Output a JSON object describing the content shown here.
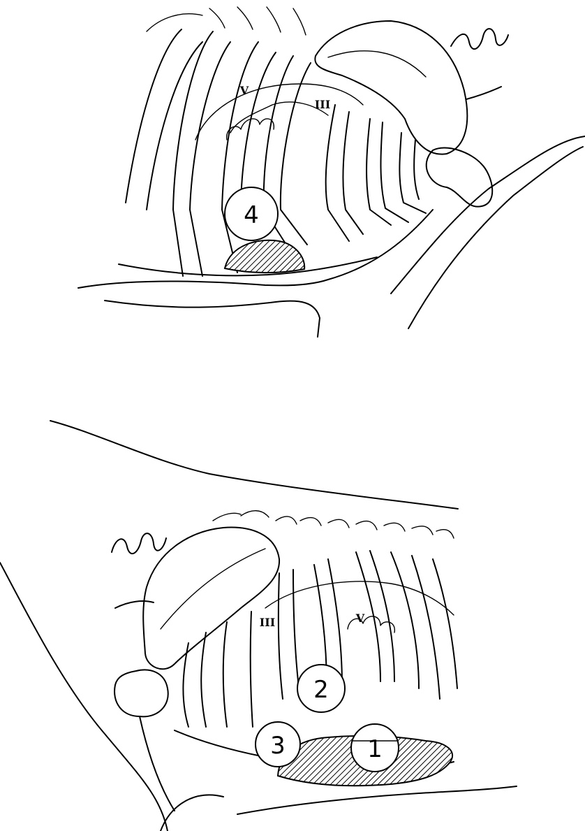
{
  "diagrams": [
    {
      "markers": [
        {
          "label": "4"
        }
      ],
      "rib_labels": [
        {
          "text": "V"
        },
        {
          "text": "III"
        }
      ]
    },
    {
      "markers": [
        {
          "label": "2"
        },
        {
          "label": "3"
        },
        {
          "label": "1"
        }
      ],
      "rib_labels": [
        {
          "text": "III"
        },
        {
          "text": "V"
        }
      ]
    }
  ],
  "colors": {
    "line": "#000000",
    "background": "#ffffff",
    "hatch": "#000000"
  }
}
